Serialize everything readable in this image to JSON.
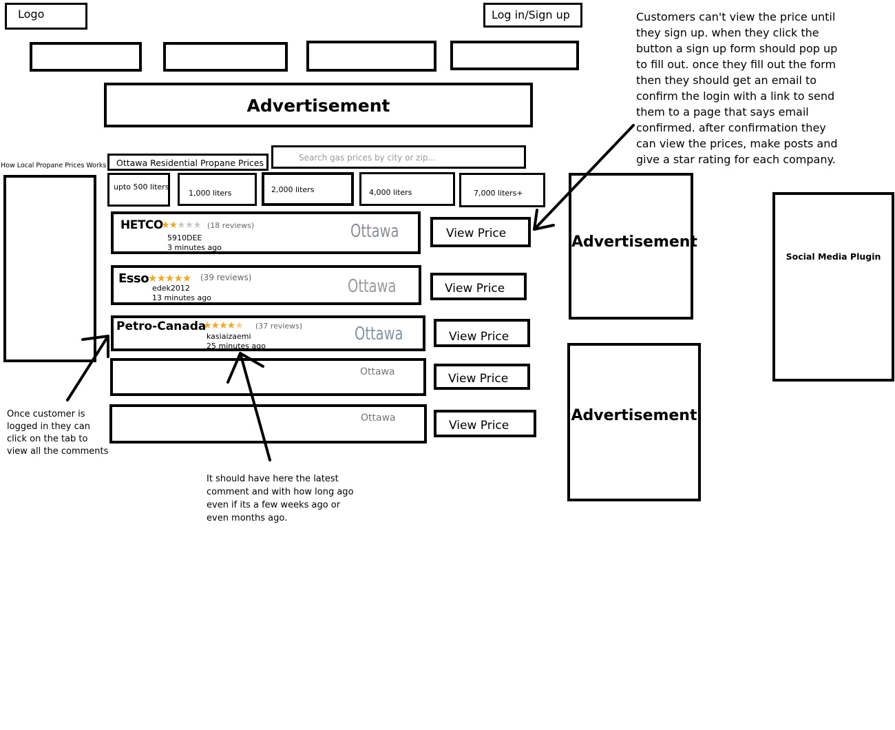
{
  "header": {
    "logo_label": "Logo",
    "login_label": "Log in/Sign up"
  },
  "ads": {
    "top_label": "Advertisement",
    "side1_label": "Advertisement",
    "side2_label": "Advertisement"
  },
  "social_label": "Social Media Plugin",
  "how_works_label": "How Local Propane Prices Works",
  "title_label": "Ottawa Residential Propane Prices",
  "search": {
    "placeholder": "Search gas prices by city or zip..."
  },
  "volume_tabs": [
    "upto 500 liters",
    "1,000 liters",
    "2,000 liters",
    "4,000 liters",
    "7,000 liters+"
  ],
  "listings": [
    {
      "company": "HETCO",
      "rating": 2,
      "reviews": "(18 reviews)",
      "user": "5910DEE",
      "time": "3 minutes ago",
      "city": "Ottawa",
      "button": "View Price"
    },
    {
      "company": "Esso",
      "rating": 5,
      "reviews": "(39 reviews)",
      "user": "edek2012",
      "time": "13 minutes ago",
      "city": "Ottawa",
      "button": "View Price"
    },
    {
      "company": "Petro-Canada",
      "rating": 4.5,
      "reviews": "(37 reviews)",
      "user": "kasiaizaemi",
      "time": "25 minutes ago",
      "city": "Ottawa",
      "button": "View Price"
    },
    {
      "company": "",
      "rating": null,
      "reviews": "",
      "user": "",
      "time": "",
      "city": "Ottawa",
      "button": "View Price"
    },
    {
      "company": "",
      "rating": null,
      "reviews": "",
      "user": "",
      "time": "",
      "city": "Ottawa",
      "button": "View Price"
    }
  ],
  "notes": {
    "signup": "Customers can't view the price until\nthey sign up. when they click the\nbutton a sign up form should pop up\nto fill out. once they fill out the form\nthen they should get an email to\nconfirm the login with a link to send\nthem to a page that says email\nconfirmed. after confirmation they\ncan view the prices, make posts and\ngive a star rating for each company.",
    "comments": "Once customer is\nlogged in  they can\nclick on the tab to\nview all the comments",
    "latest": "It should have here the latest\ncomment and with how long ago\neven if its a few weeks ago or\neven months ago."
  }
}
